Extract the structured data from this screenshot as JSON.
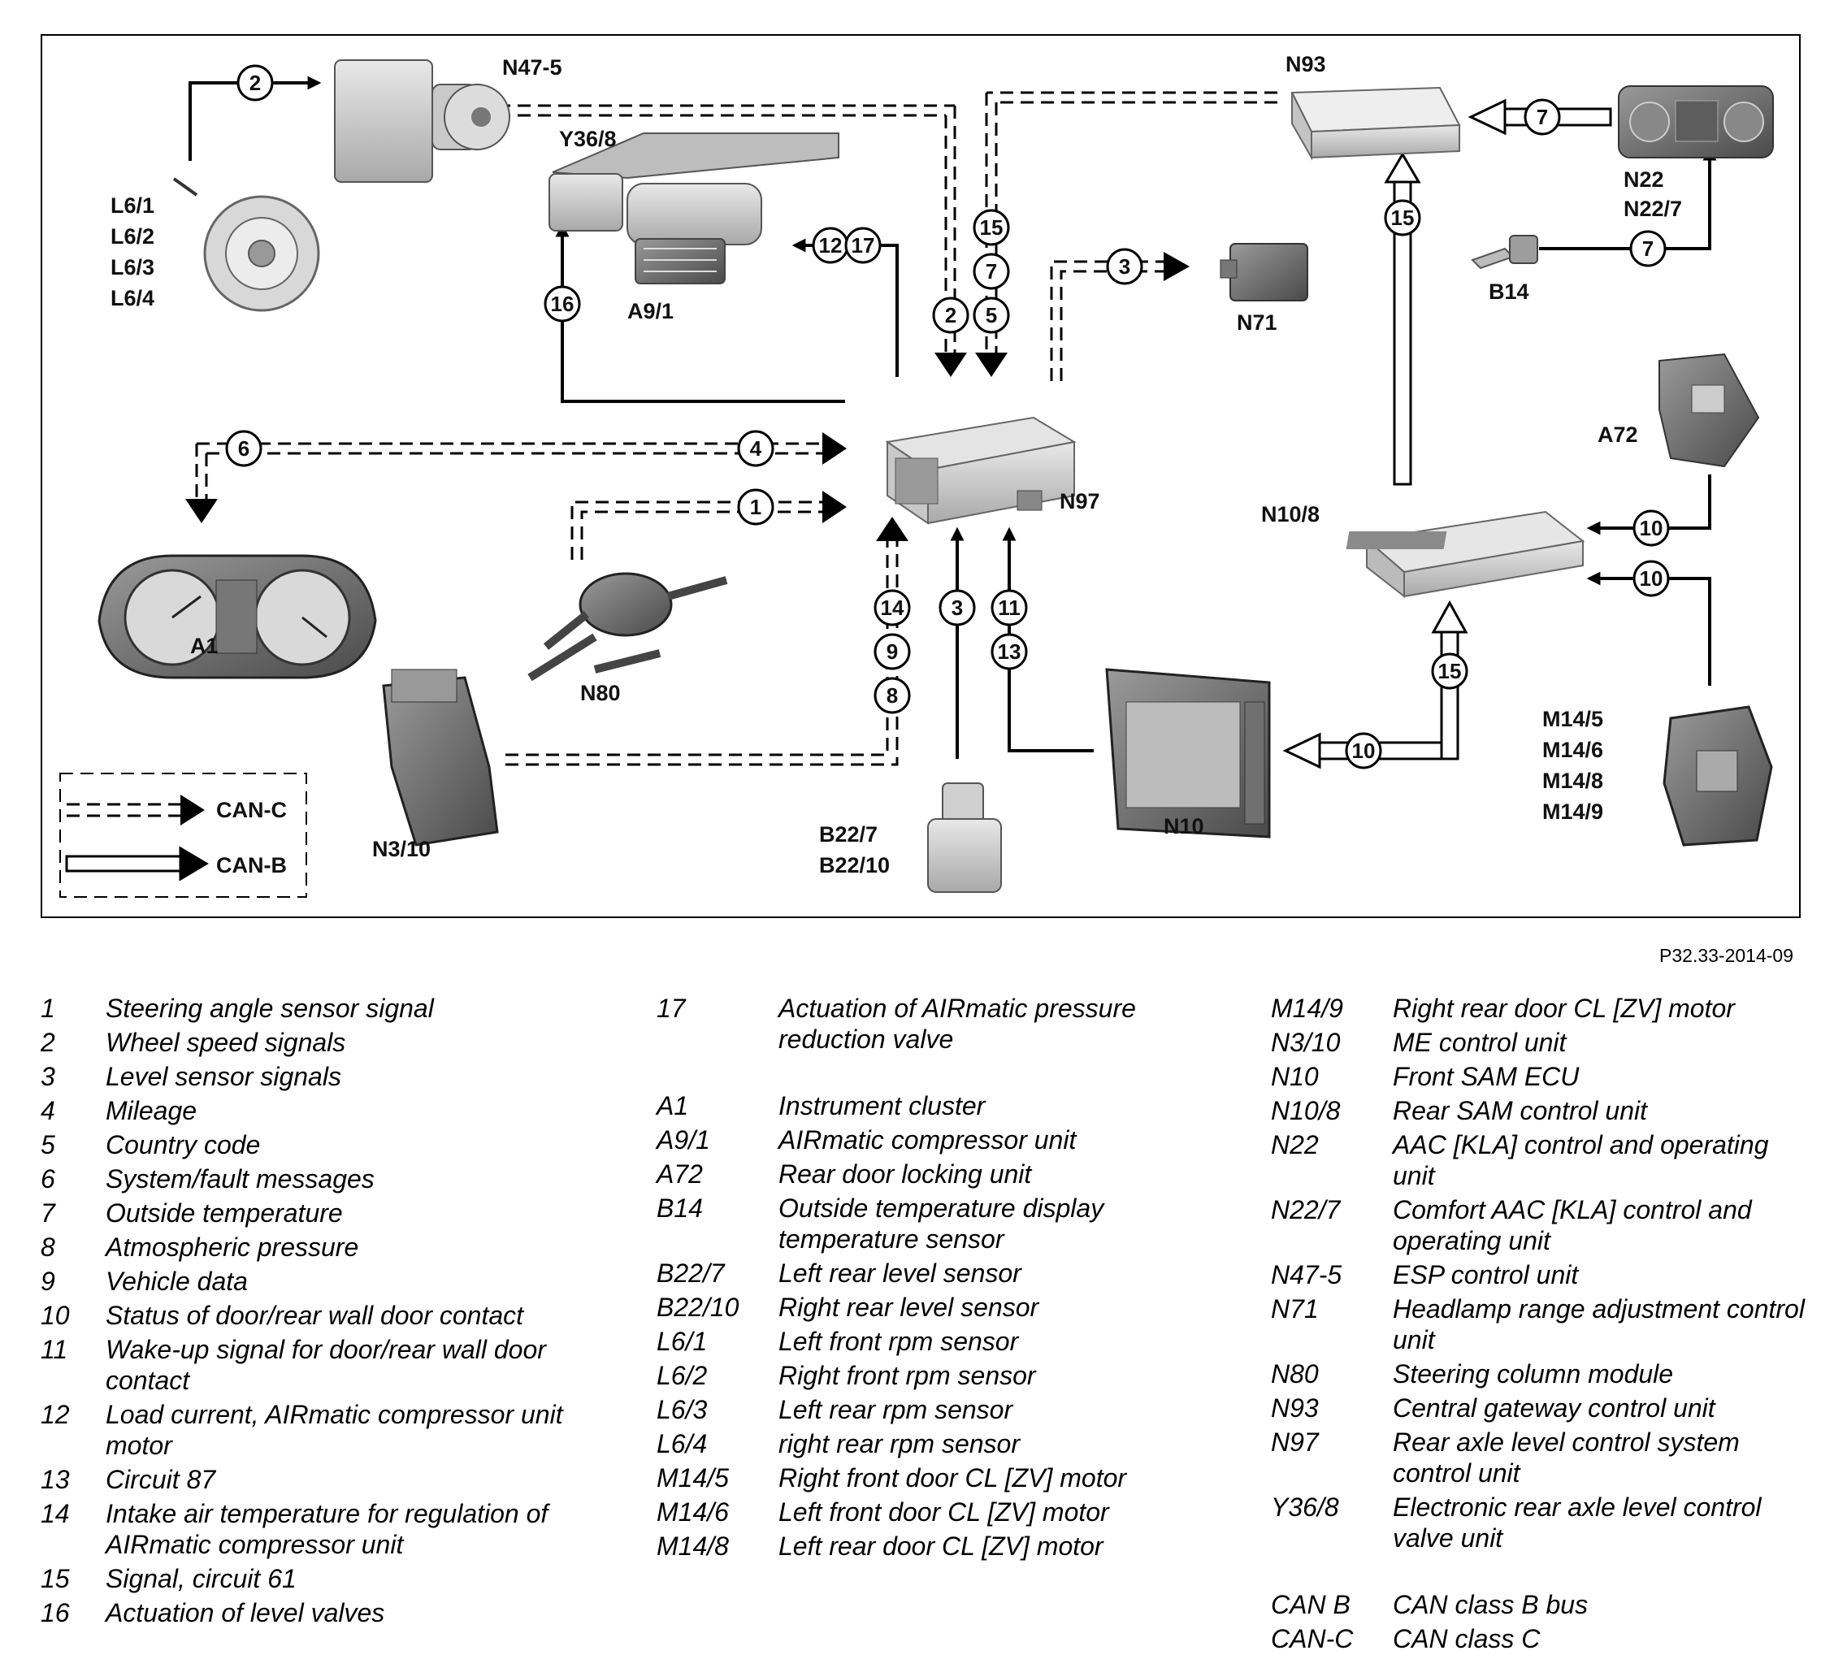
{
  "figure_ref": "P32.33-2014-09",
  "components": {
    "N47_5": "N47-5",
    "Y36_8": "Y36/8",
    "L6_1": "L6/1",
    "L6_2": "L6/2",
    "L6_3": "L6/3",
    "L6_4": "L6/4",
    "A9_1": "A9/1",
    "N93": "N93",
    "N22": "N22",
    "N22_7": "N22/7",
    "B14": "B14",
    "N71": "N71",
    "A72": "A72",
    "N10_8": "N10/8",
    "N97": "N97",
    "A1": "A1",
    "N80": "N80",
    "N3_10": "N3/10",
    "B22_7": "B22/7",
    "B22_10": "B22/10",
    "N10": "N10",
    "M14_5": "M14/5",
    "M14_6": "M14/6",
    "M14_8": "M14/8",
    "M14_9": "M14/9"
  },
  "key": {
    "can_c": "CAN-C",
    "can_b": "CAN-B"
  },
  "badges": {
    "b1": "1",
    "b2": "2",
    "b3": "3",
    "b4": "4",
    "b5": "5",
    "b6": "6",
    "b7": "7",
    "b8": "8",
    "b9": "9",
    "b10": "10",
    "b11": "11",
    "b12": "12",
    "b13": "13",
    "b14": "14",
    "b15": "15",
    "b16": "16",
    "b17": "17"
  },
  "legend": {
    "col1": [
      {
        "code": "1",
        "desc": "Steering angle sensor signal"
      },
      {
        "code": "2",
        "desc": "Wheel speed signals"
      },
      {
        "code": "3",
        "desc": "Level sensor signals"
      },
      {
        "code": "4",
        "desc": "Mileage"
      },
      {
        "code": "5",
        "desc": "Country code"
      },
      {
        "code": "6",
        "desc": "System/fault messages"
      },
      {
        "code": "7",
        "desc": "Outside temperature"
      },
      {
        "code": "8",
        "desc": "Atmospheric pressure"
      },
      {
        "code": "9",
        "desc": "Vehicle data"
      },
      {
        "code": "10",
        "desc": "Status of door/rear wall door contact"
      },
      {
        "code": "11",
        "desc": "Wake-up signal for door/rear wall door contact"
      },
      {
        "code": "12",
        "desc": "Load current, AIRmatic compressor unit motor"
      },
      {
        "code": "13",
        "desc": "Circuit 87"
      },
      {
        "code": "14",
        "desc": "Intake air temperature for regulation of AIRmatic compressor unit"
      },
      {
        "code": "15",
        "desc": "Signal, circuit 61"
      },
      {
        "code": "16",
        "desc": "Actuation of level valves"
      }
    ],
    "col2a": [
      {
        "code": "17",
        "desc": "Actuation of AIRmatic pressure reduction valve"
      }
    ],
    "col2b": [
      {
        "code": "A1",
        "desc": "Instrument cluster"
      },
      {
        "code": "A9/1",
        "desc": "AIRmatic compressor unit"
      },
      {
        "code": "A72",
        "desc": "Rear door locking unit"
      },
      {
        "code": "B14",
        "desc": "Outside temperature display temperature sensor"
      },
      {
        "code": "B22/7",
        "desc": "Left rear level sensor"
      },
      {
        "code": "B22/10",
        "desc": "Right rear level sensor"
      },
      {
        "code": "L6/1",
        "desc": "Left front rpm sensor"
      },
      {
        "code": "L6/2",
        "desc": "Right front rpm sensor"
      },
      {
        "code": "L6/3",
        "desc": "Left rear rpm sensor"
      },
      {
        "code": "L6/4",
        "desc": "right rear rpm sensor"
      },
      {
        "code": "M14/5",
        "desc": "Right front door CL [ZV] motor"
      },
      {
        "code": "M14/6",
        "desc": "Left front door CL [ZV] motor"
      },
      {
        "code": "M14/8",
        "desc": "Left rear door CL [ZV] motor"
      }
    ],
    "col3a": [
      {
        "code": "M14/9",
        "desc": "Right rear door CL [ZV] motor"
      },
      {
        "code": "N3/10",
        "desc": "ME control unit"
      },
      {
        "code": "N10",
        "desc": "Front SAM ECU"
      },
      {
        "code": "N10/8",
        "desc": "Rear SAM control unit"
      },
      {
        "code": "N22",
        "desc": "AAC [KLA] control and operating unit"
      },
      {
        "code": "N22/7",
        "desc": "Comfort AAC [KLA] control and operating unit"
      },
      {
        "code": "N47-5",
        "desc": "ESP control unit"
      },
      {
        "code": "N71",
        "desc": "Headlamp range adjustment control unit"
      },
      {
        "code": "N80",
        "desc": "Steering column module"
      },
      {
        "code": "N93",
        "desc": "Central gateway control unit"
      },
      {
        "code": "N97",
        "desc": "Rear axle level control system control unit"
      },
      {
        "code": "Y36/8",
        "desc": "Electronic rear axle level control valve unit"
      }
    ],
    "col3b": [
      {
        "code": "CAN B",
        "desc": "CAN class B bus"
      },
      {
        "code": "CAN-C",
        "desc": "CAN class C"
      }
    ]
  }
}
